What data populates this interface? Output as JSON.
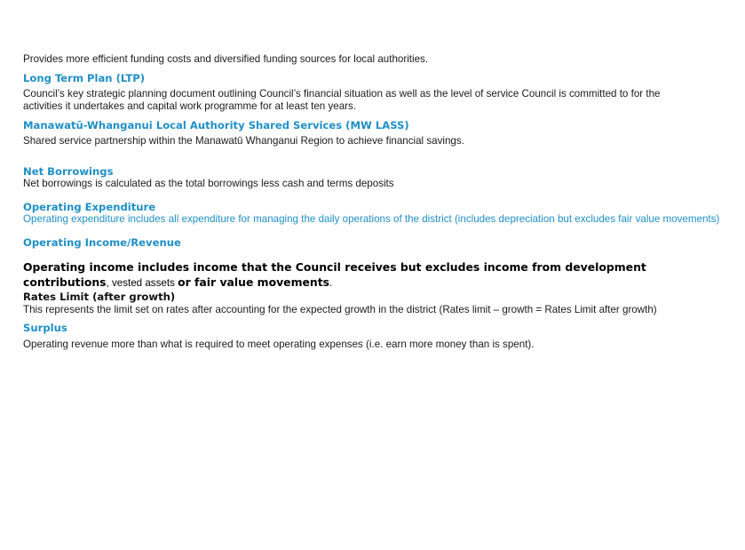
{
  "intro": {
    "text": "Provides more efficient funding costs and diversified funding sources for local authorities."
  },
  "entries": [
    {
      "term": "Long Term Plan (LTP)",
      "definition": "Council’s key strategic planning document outlining Council’s financial situation as well as the level of service Council is committed to for the activities it undertakes and capital work programme for at least ten years."
    },
    {
      "term": "Manawatū-Whanganui Local Authority Shared Services (MW LASS)",
      "definition": "Shared service partnership within the Manawatū Whanganui Region to achieve financial savings."
    },
    {
      "term": "Net Borrowings",
      "definition": "Net borrowings is calculated as the total borrowings less cash and terms deposits"
    },
    {
      "term": "Operating Expenditure",
      "definition": "Operating expenditure includes all expenditure for managing the daily operations of the district (includes depreciation but excludes fair value movements)"
    },
    {
      "term": "Operating Income/Revenue",
      "definition_bold_1": "Operating income includes income that the Council receives but excludes income from development contributions",
      "definition_plain": ", vested assets ",
      "definition_bold_2": "or fair value movements",
      "definition_end": "."
    },
    {
      "term": "Rates Limit (after growth)",
      "definition": "This represents the limit set on rates after accounting for the expected growth in the district (Rates limit – growth = Rates Limit after growth)"
    },
    {
      "term": "Surplus",
      "definition": "Operating revenue more than what is required to meet operating expenses (i.e. earn more money than is spent)."
    }
  ],
  "colors": {
    "heading": "#1f8fc6",
    "text": "#1a1a1a"
  }
}
